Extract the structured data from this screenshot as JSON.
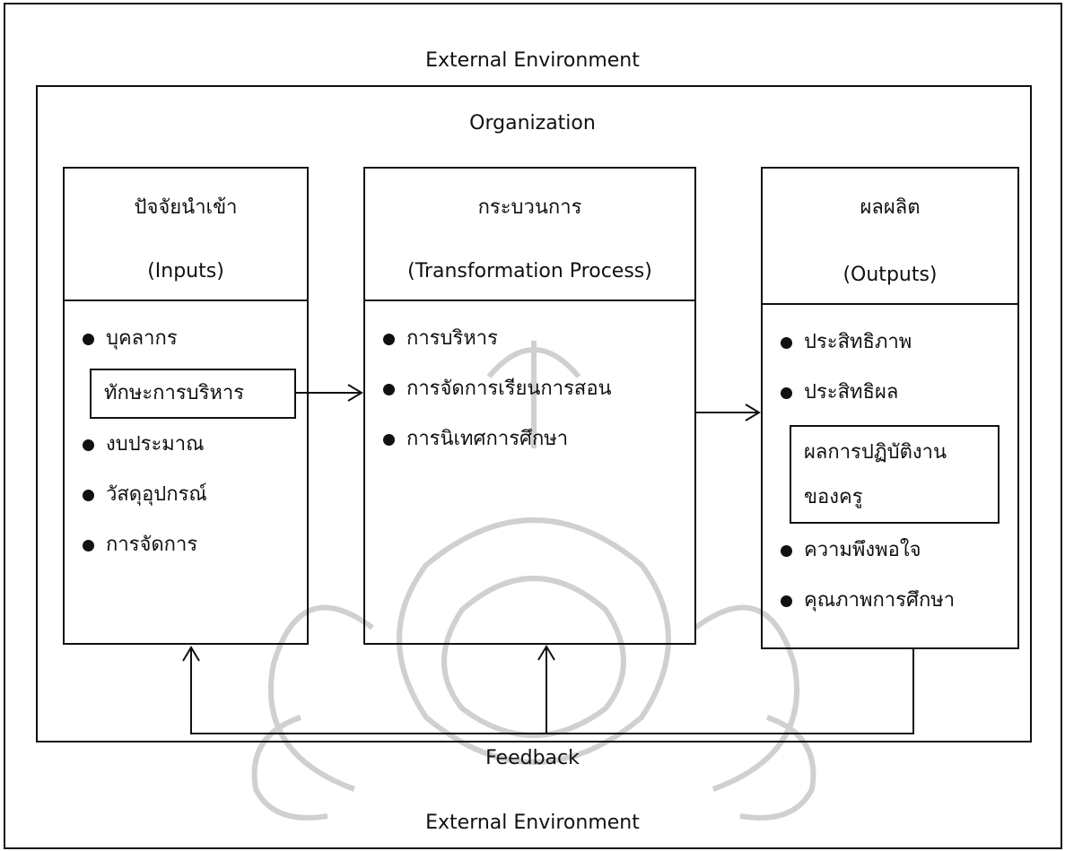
{
  "outer": {
    "environment_top": "External Environment",
    "environment_bottom": "External Environment"
  },
  "organization": {
    "title": "Organization"
  },
  "inputs": {
    "title_th": "ปัจจัยนำเข้า",
    "title_en": "(Inputs)",
    "items": [
      "บุคลากร",
      "งบประมาณ",
      "วัสดุอุปกรณ์",
      "การจัดการ"
    ],
    "highlight": "ทักษะการบริหาร"
  },
  "process": {
    "title_th": "กระบวนการ",
    "title_en": "(Transformation Process)",
    "items": [
      "การบริหาร",
      "การจัดการเรียนการสอน",
      "การนิเทศการศึกษา"
    ]
  },
  "outputs": {
    "title_th": "ผลผลิต",
    "title_en": "(Outputs)",
    "items": [
      "ประสิทธิภาพ",
      "ประสิทธิผล",
      "ความพึงพอใจ",
      "คุณภาพการศึกษา"
    ],
    "highlight_line1": "ผลการปฏิบัติงาน",
    "highlight_line2": "ของครู"
  },
  "feedback": {
    "label": "Feedback"
  }
}
